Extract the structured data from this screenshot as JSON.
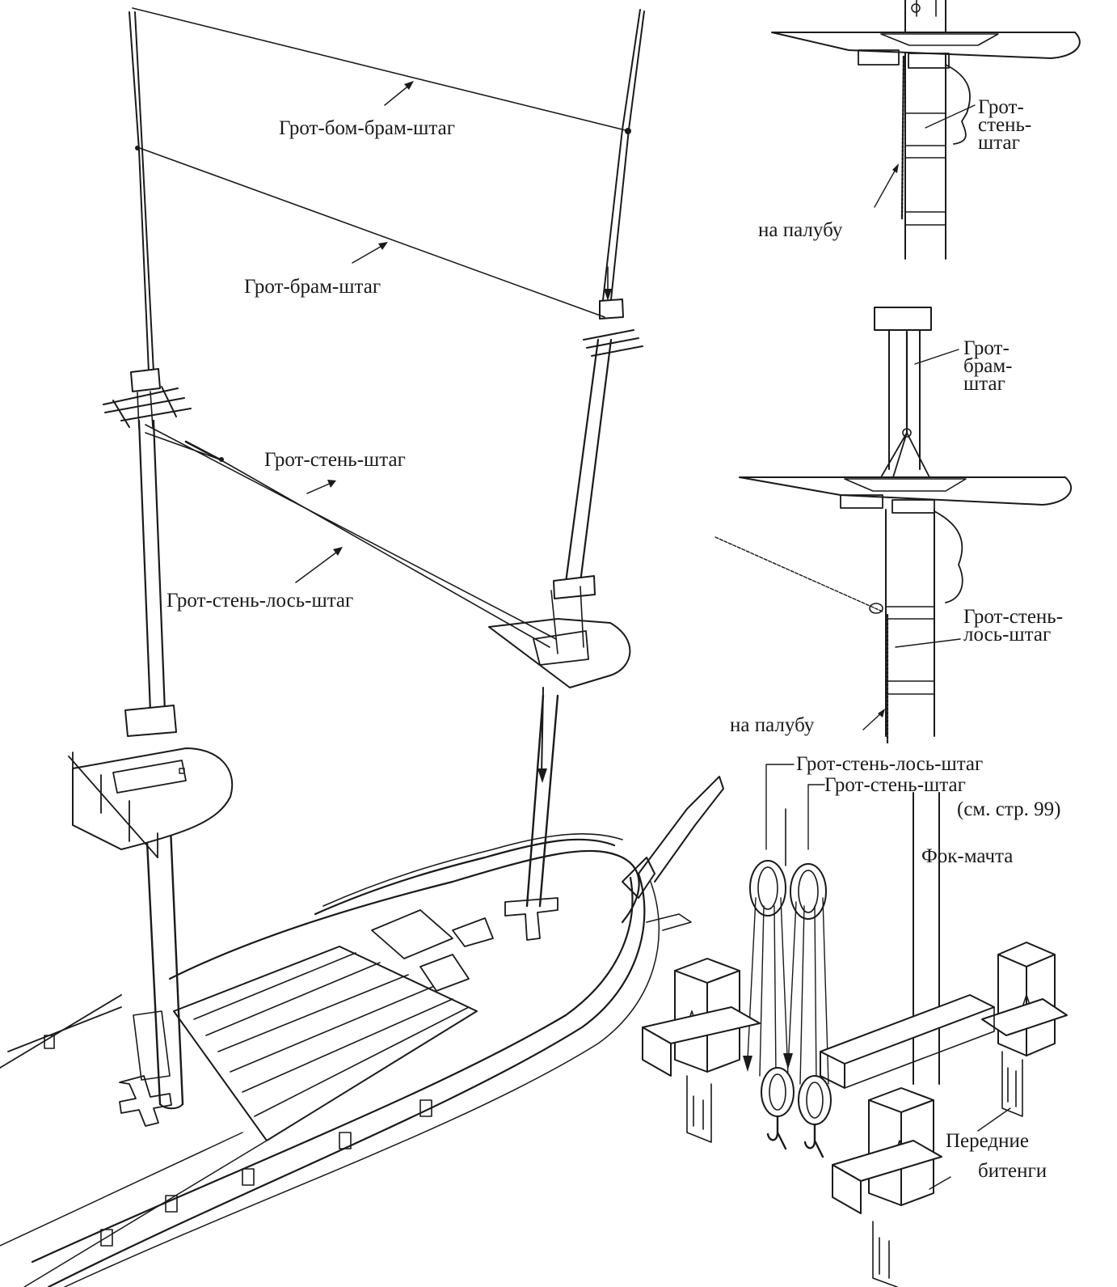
{
  "labels": {
    "main_topgallant_royal_stay": "Грот-бом-брам-штаг",
    "main_topgallant_stay": "Грот-брам-штаг",
    "main_topmast_stay": "Грот-стень-штаг",
    "main_topmast_preventer_stay": "Грот-стень-лось-штаг",
    "detail_top": {
      "line1": "Грот-",
      "line2": "стень-",
      "line3": "штаг",
      "to_deck": "на палубу"
    },
    "detail_middle": {
      "topgallant_line1": "Грот-",
      "topgallant_line2": "брам-",
      "topgallant_line3": "штаг",
      "preventer_line1": "Грот-стень-",
      "preventer_line2": "лось-штаг",
      "to_deck": "на палубу"
    },
    "detail_bottom": {
      "preventer_stay": "Грот-стень-лось-штаг",
      "topmast_stay": "Грот-стень-штаг",
      "page_ref": "(см. стр. 99)",
      "foremast": "Фок-мачта",
      "bitts_line1": "Передние",
      "bitts_line2": "битенги"
    }
  },
  "colors": {
    "ink": "#1a1a1a",
    "paper": "#ffffff"
  }
}
